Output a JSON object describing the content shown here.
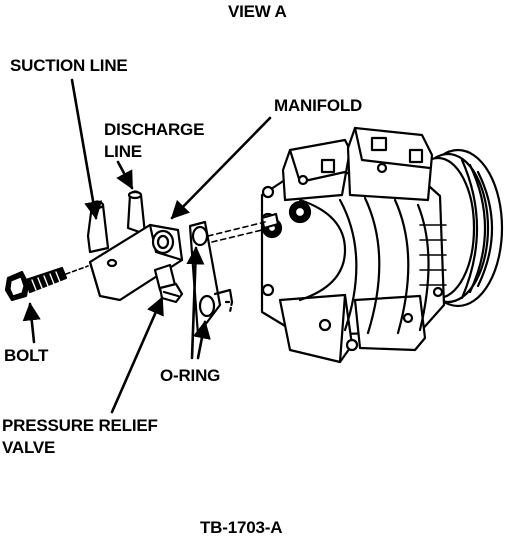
{
  "view_title": "VIEW A",
  "figure_id": "TB-1703-A",
  "labels": {
    "suction_line": "SUCTION LINE",
    "discharge_line_1": "DISCHARGE",
    "discharge_line_2": "LINE",
    "manifold": "MANIFOLD",
    "bolt": "BOLT",
    "o_ring": "O-RING",
    "pressure_relief_1": "PRESSURE RELIEF",
    "pressure_relief_2": "VALVE"
  }
}
